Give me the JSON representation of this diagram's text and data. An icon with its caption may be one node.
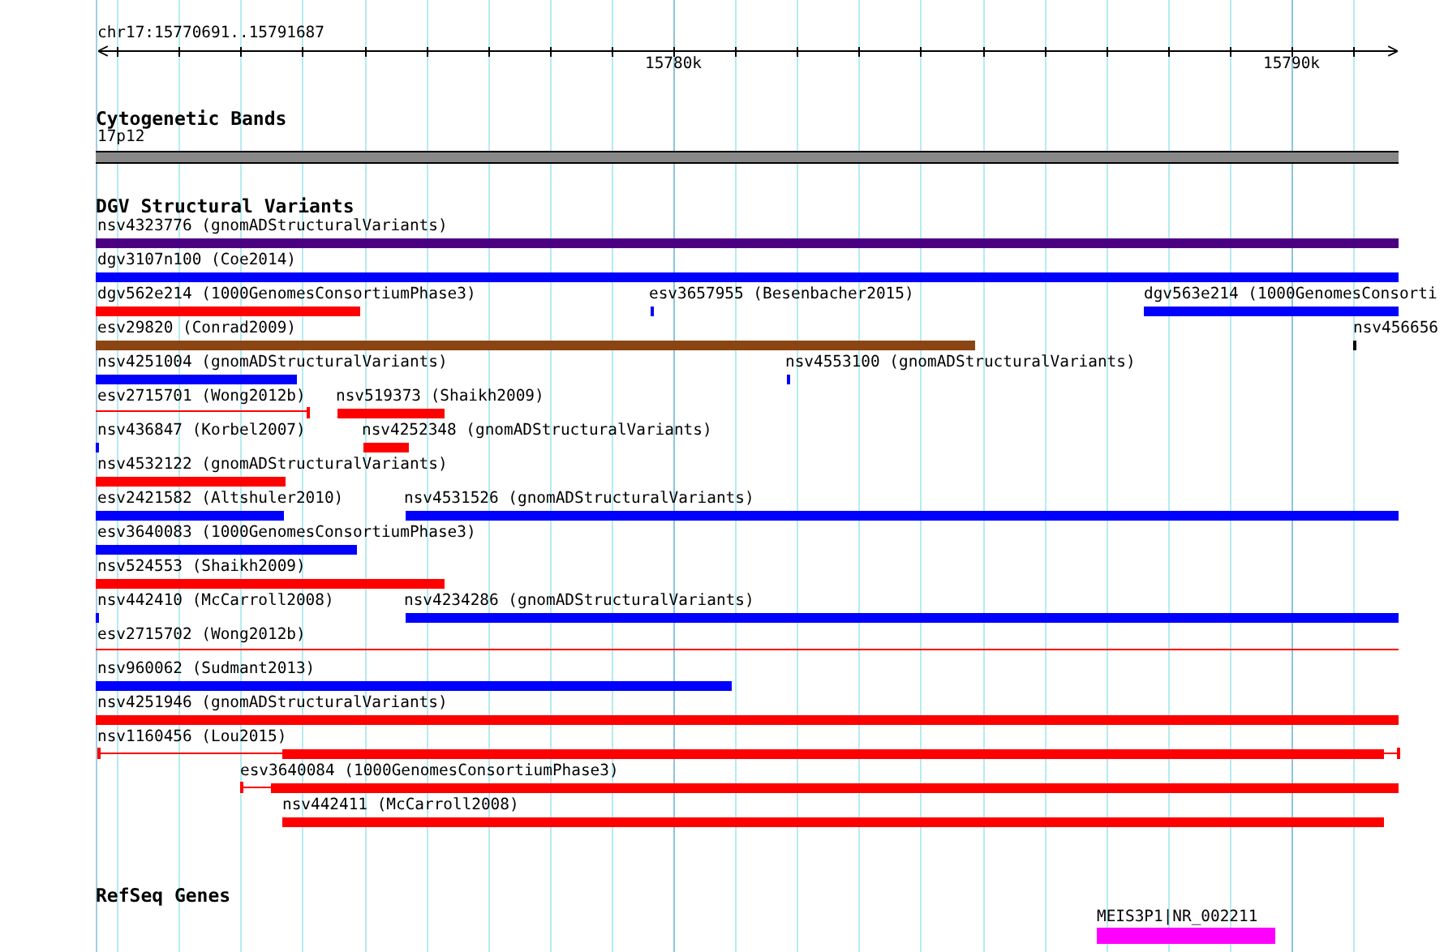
{
  "diagram": {
    "nodes": [
      {
        "text": [
          "17p12"
        ]
      },
      {
        "text": [
          "nsv4323776 (gnomADStructuralVariants)"
        ]
      },
      {
        "text": [
          "dgv3107n100 (Coe2014)"
        ]
      },
      {
        "text": [
          "dgv562e214 (1000GenomesConsortiumPhase3)"
        ]
      },
      {
        "text": [
          "esv3657955 (Besenbacher2015)"
        ]
      },
      {
        "text": [
          "dgv563e214 (1000GenomesConsorti"
        ]
      },
      {
        "text": [
          "esv29820 (Conrad2009)"
        ]
      },
      {
        "text": [
          "nsv456656"
        ]
      },
      {
        "text": [
          "nsv4251004 (gnomADStructuralVariants)"
        ]
      },
      {
        "text": [
          "nsv4553100 (gnomADStructuralVariants)"
        ]
      },
      {
        "text": [
          "esv2715701 (Wong2012b)"
        ]
      },
      {
        "text": [
          "nsv519373 (Shaikh2009)"
        ]
      },
      {
        "text": [
          "nsv436847 (Korbel2007)"
        ]
      },
      {
        "text": [
          "nsv4252348 (gnomADStructuralVariants)"
        ]
      },
      {
        "text": [
          "nsv4532122 (gnomADStructuralVariants)"
        ]
      },
      {
        "text": [
          "esv2421582 (Altshuler2010)"
        ]
      },
      {
        "text": [
          "nsv4531526 (gnomADStructuralVariants)"
        ]
      },
      {
        "text": [
          "esv3640083 (1000GenomesConsortiumPhase3)"
        ]
      },
      {
        "text": [
          "nsv524553 (Shaikh2009)"
        ]
      },
      {
        "text": [
          "nsv442410 (McCarroll2008)"
        ]
      },
      {
        "text": [
          "nsv4234286 (gnomADStructuralVariants)"
        ]
      },
      {
        "text": [
          "esv2715702 (Wong2012b)"
        ]
      },
      {
        "text": [
          "nsv960062 (Sudmant2013)"
        ]
      },
      {
        "text": [
          "nsv4251946 (gnomADStructuralVariants)"
        ]
      },
      {
        "text": [
          "nsv1160456 (Lou2015)"
        ]
      },
      {
        "text": [
          "esv3640084 (1000GenomesConsortiumPhase3)"
        ]
      },
      {
        "text": [
          "nsv442411 (McCarroll2008)"
        ]
      },
      {
        "text": [
          "MEIS3P1|NR_002211"
        ]
      }
    ],
    "labels": [
      "chr17:15770691..15791687",
      "15780k",
      "15790k",
      "Cytogenetic Bands",
      "DGV Structural Variants",
      "RefSeq Genes"
    ]
  }
}
